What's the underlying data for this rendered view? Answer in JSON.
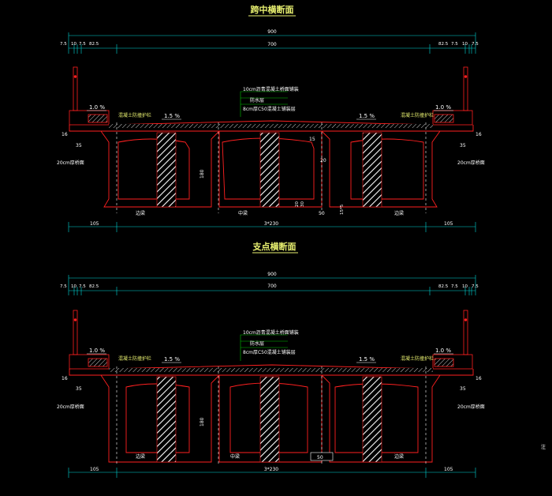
{
  "colors": {
    "background": "#000000",
    "outline": "#ff2020",
    "dimension": "#00d8d8",
    "leader": "#00c000",
    "title": "#e8f070",
    "text": "#ffffff",
    "rail": "#ff2020"
  },
  "sections": [
    {
      "title": "跨中横断面",
      "dims_top": {
        "total": "900",
        "deck": "700",
        "left": [
          "7.5",
          "10",
          "7.5",
          "82.5"
        ],
        "right": [
          "82.5",
          "7.5",
          "10",
          "7.5"
        ]
      },
      "dims_bottom": {
        "left": "105",
        "middle": "3*230",
        "right": "105"
      },
      "slopes": [
        "1.0 %",
        "1.5 %",
        "1.5 %",
        "1.0 %"
      ],
      "notes": [
        "10cm沥青混凝土桥面铺装",
        "防水层",
        "8cm厚C50混凝土铺装层"
      ],
      "labels": {
        "left_top": "混凝土防撞护栏",
        "right_top": "混凝土防撞护栏",
        "left_bottom": "20cm厚桥面",
        "right_bottom": "20cm厚桥面",
        "thickness_left": "16",
        "thickness_right": "16",
        "width_left": "35",
        "width_right": "35",
        "height_box": "180",
        "web": "20",
        "flange": "15",
        "bottom": "50",
        "chamfer_a": "20",
        "chamfer_b": "30",
        "chamfer_c": "15*5",
        "c1": "边梁",
        "c2": "中梁",
        "c3": "边梁"
      }
    },
    {
      "title": "支点横断面",
      "dims_top": {
        "total": "900",
        "deck": "700",
        "left": [
          "7.5",
          "10",
          "7.5",
          "82.5"
        ],
        "right": [
          "82.5",
          "7.5",
          "10",
          "7.5"
        ]
      },
      "dims_bottom": {
        "left": "105",
        "middle": "3*230",
        "right": "105"
      },
      "slopes": [
        "1.0 %",
        "1.5 %",
        "1.5 %",
        "1.0 %"
      ],
      "notes": [
        "10cm沥青混凝土桥面铺装",
        "防水层",
        "8cm厚C50混凝土铺装层"
      ],
      "labels": {
        "left_top": "混凝土防撞护栏",
        "right_top": "混凝土防撞护栏",
        "left_bottom": "20cm厚桥面",
        "right_bottom": "20cm厚桥面",
        "thickness_left": "16",
        "thickness_right": "16",
        "width_left": "35",
        "width_right": "35",
        "height_box": "180",
        "bottom": "50",
        "c1": "边梁",
        "c2": "中梁",
        "c3": "边梁"
      }
    }
  ],
  "side_note": "注"
}
